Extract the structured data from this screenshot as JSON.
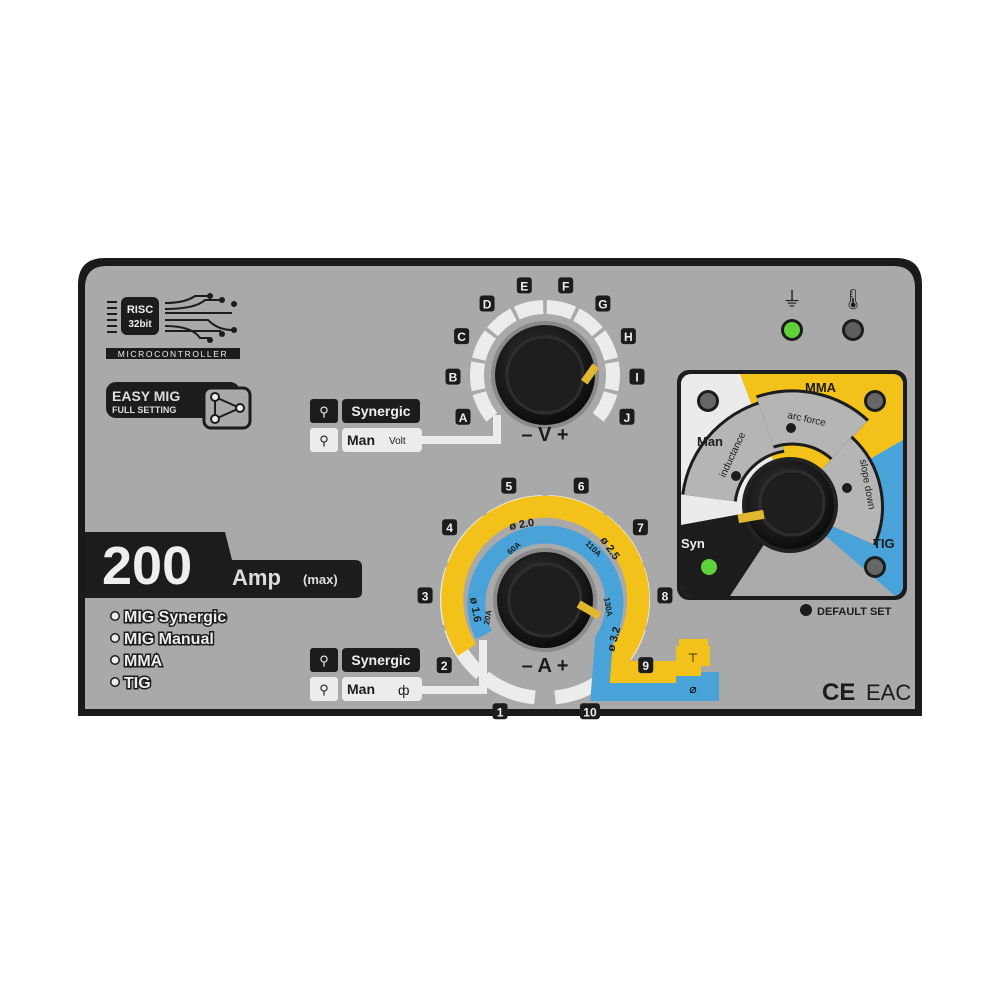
{
  "branding": {
    "risc": "RISC",
    "bits": "32bit",
    "microcontroller": "MICROCONTROLLER",
    "easy_mig": "EASY MIG",
    "full_setting": "FULL SETTING"
  },
  "voltage_knob": {
    "labels": [
      "A",
      "B",
      "C",
      "D",
      "E",
      "F",
      "G",
      "H",
      "I",
      "J"
    ],
    "caption": "– V +",
    "mode_synergic": "Synergic",
    "mode_man": "Man",
    "man_unit": "Volt"
  },
  "amp_knob": {
    "labels": [
      "1",
      "2",
      "3",
      "4",
      "5",
      "6",
      "7",
      "8",
      "9",
      "10"
    ],
    "wire_diameters": [
      "ø 1.6",
      "ø 2.0",
      "ø 2.5",
      "ø 3.2"
    ],
    "currents": [
      "20A",
      "60A",
      "110A",
      "130A"
    ],
    "caption": "– A +",
    "mode_synergic": "Synergic",
    "mode_man": "Man",
    "man_unit": "ф"
  },
  "rating": {
    "value": "200",
    "unit": "Amp",
    "qualifier": "(max)"
  },
  "modes": [
    "MIG Synergic",
    "MIG Manual",
    "MMA",
    "TIG"
  ],
  "mode_selector": {
    "man": "Man",
    "syn": "Syn",
    "mma": "MMA",
    "tig": "TIG",
    "inductance": "inductance",
    "arc_force": "arc force",
    "slope_down": "slope down",
    "default_set": "DEFAULT SET"
  },
  "indicators": {
    "power": "power-plug-icon",
    "thermal": "thermometer-icon",
    "power_led": "#5fd13a",
    "thermal_led": "#5e5e5e"
  },
  "certifications": {
    "ce": "CE",
    "eac": "EAC"
  },
  "colors": {
    "panel": "#a8a8a8",
    "yellow": "#f2c21a",
    "blue": "#4aa3d8",
    "dark": "#1c1c1c",
    "white_seg": "#ececec"
  }
}
